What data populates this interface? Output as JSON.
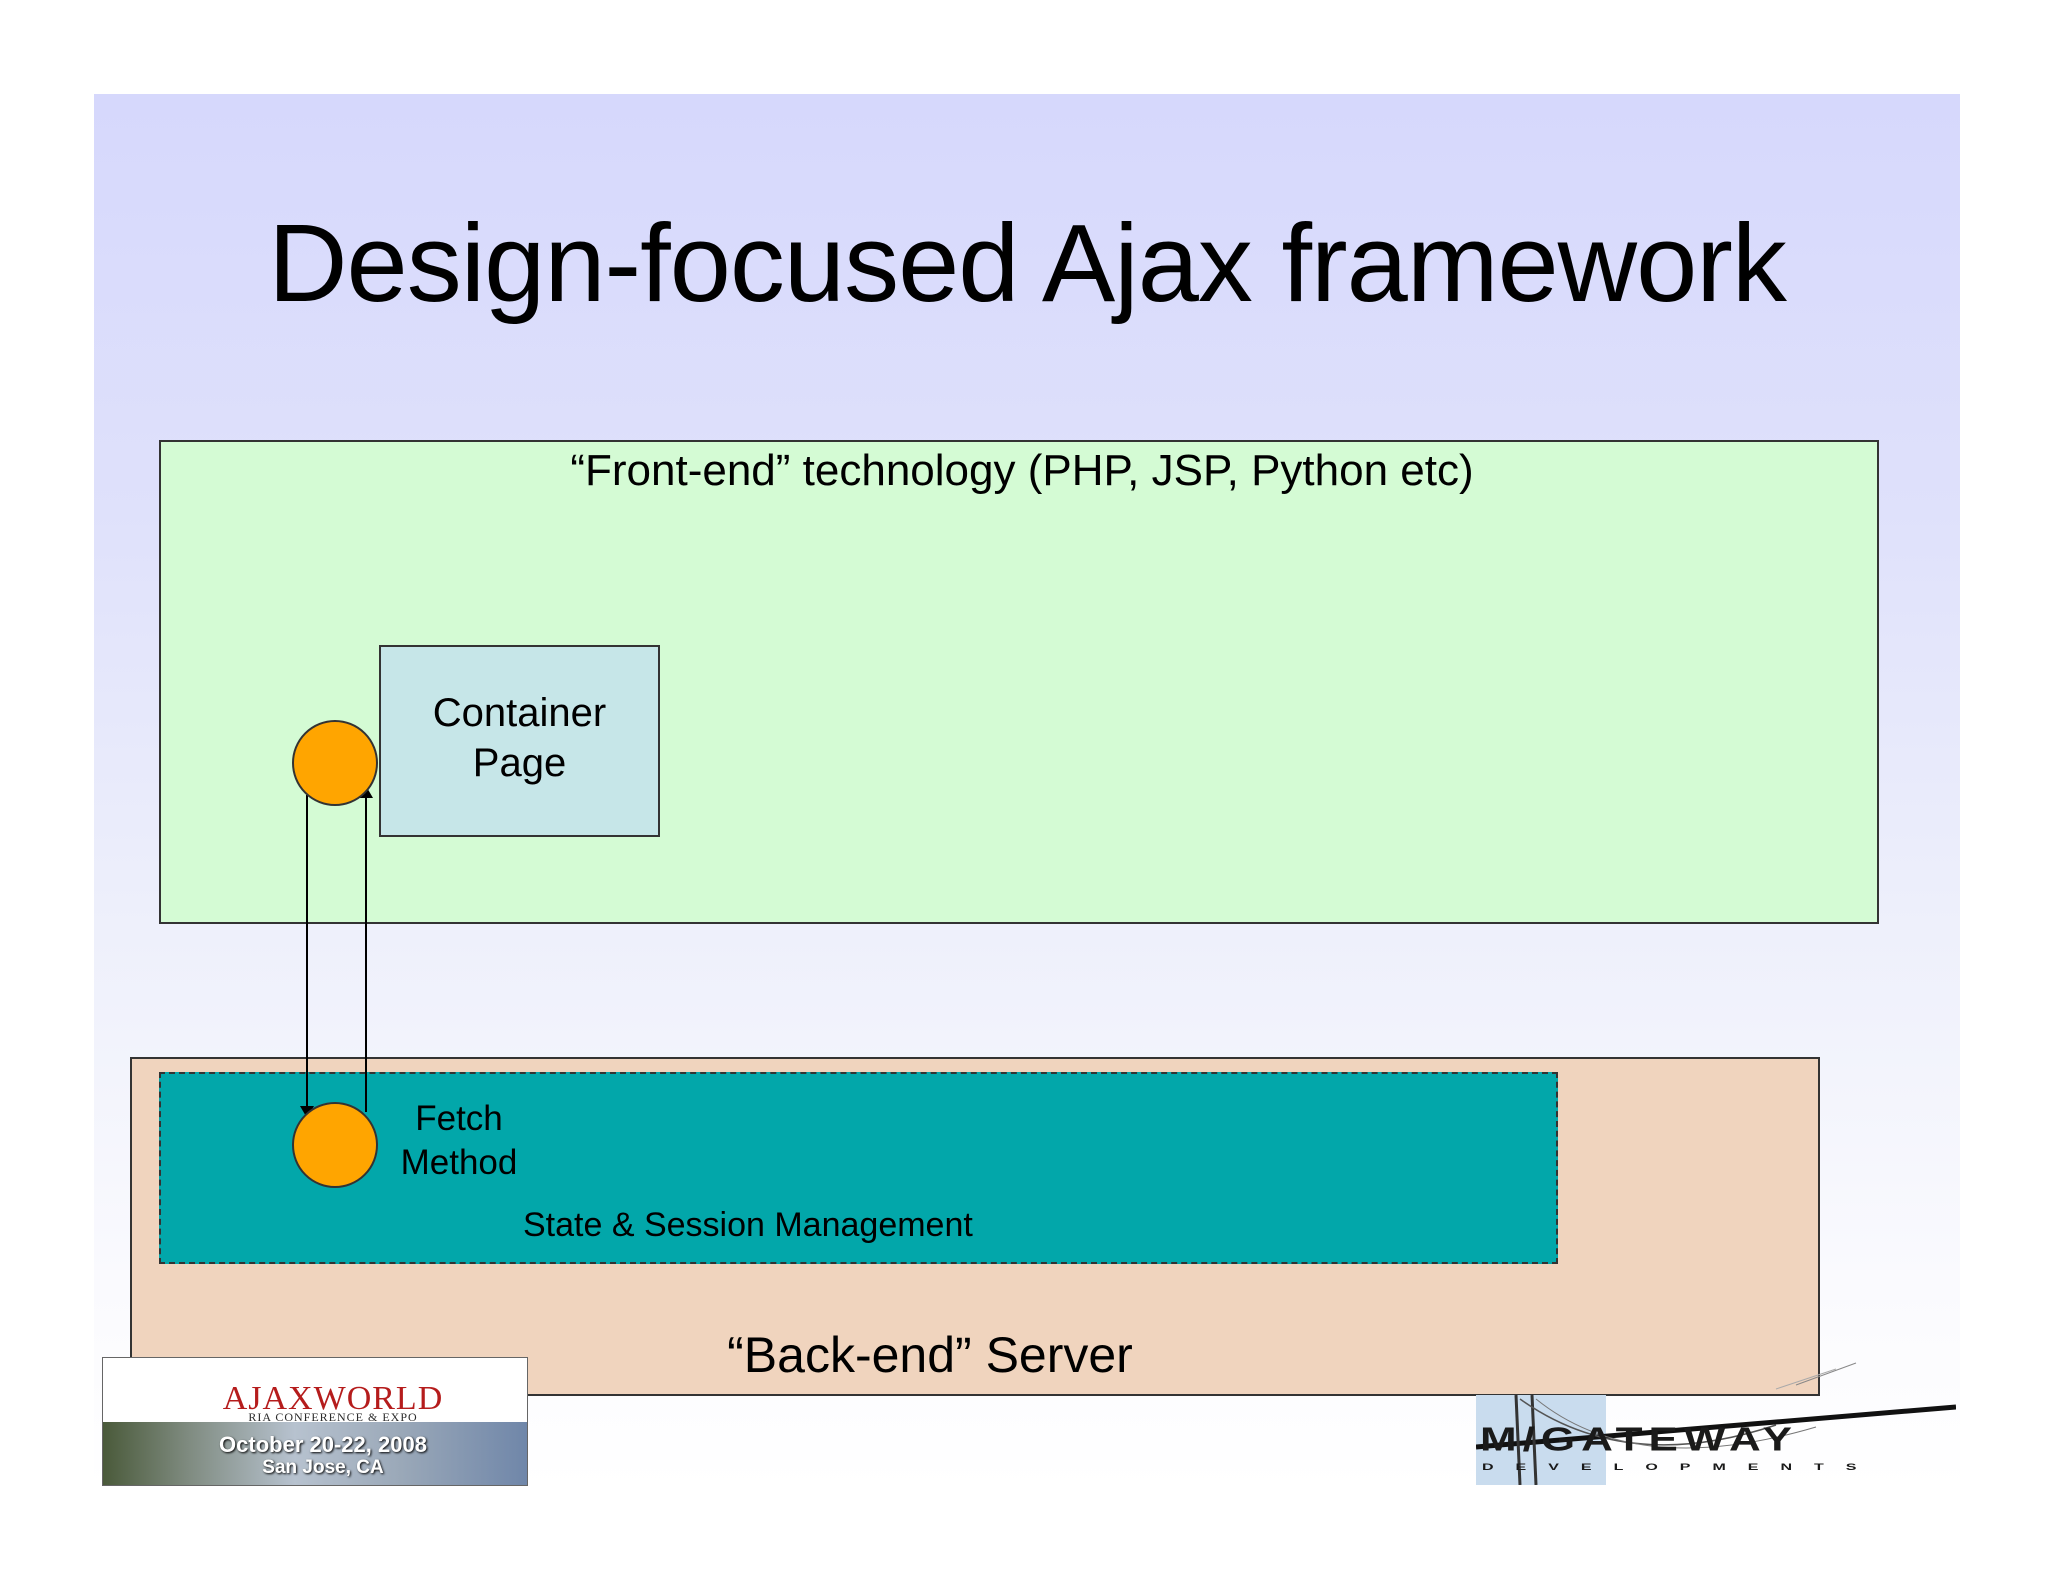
{
  "slide": {
    "title": "Design-focused Ajax framework"
  },
  "diagram": {
    "front_end": {
      "label": "“Front-end” technology (PHP, JSP, Python etc)",
      "fill": "#d4fbd4"
    },
    "container_page": {
      "label_line1": "Container",
      "label_line2": "Page",
      "fill": "#c6e6e8"
    },
    "back_end": {
      "label": "“Back-end” Server",
      "fill": "#f0d4be"
    },
    "state_management": {
      "label": "State & Session Management",
      "fill": "#02a7aa"
    },
    "fetch_method": {
      "label_line1": "Fetch",
      "label_line2": "Method"
    },
    "node_color": "#ffa500"
  },
  "logos": {
    "left": {
      "brand": "AJAXWORLD",
      "tagline": "RIA CONFERENCE & EXPO",
      "date": "October 20-22, 2008",
      "place": "San Jose, CA"
    },
    "right": {
      "name": "M/GATEWAY",
      "sub": "DEVELOPMENTS"
    }
  }
}
